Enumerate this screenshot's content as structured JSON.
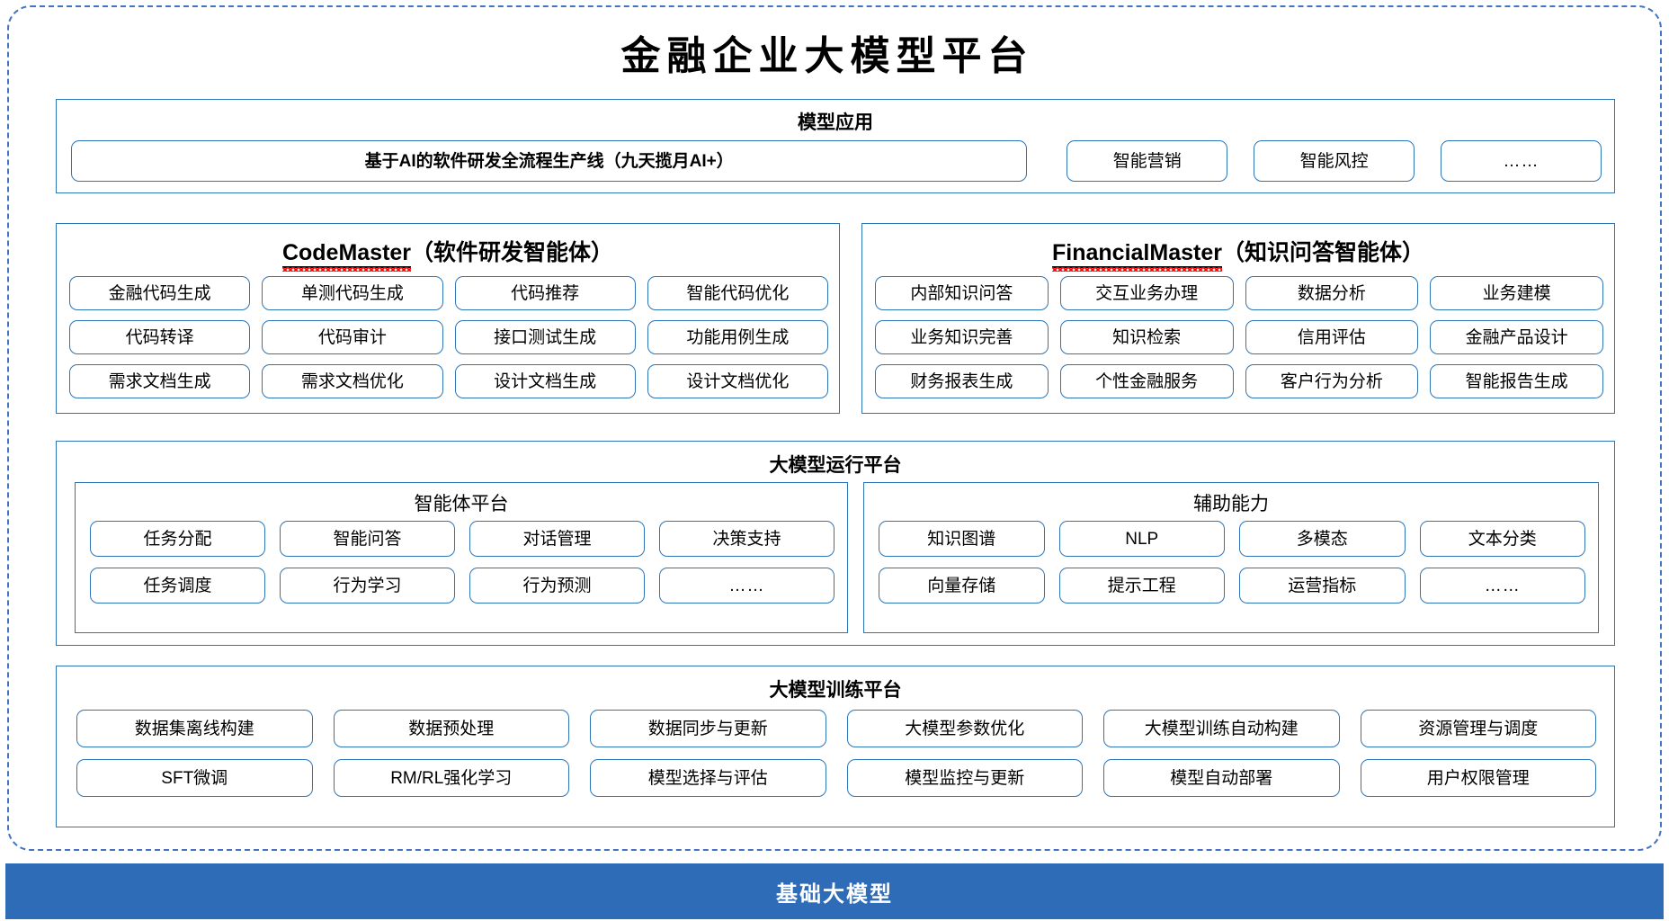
{
  "title": "金融企业大模型平台",
  "colors": {
    "frame_dashed": "#4472C4",
    "box_border": "#2E75B6",
    "base_bar_bg": "#2E6CB8",
    "spellcheck_underline": "#FF0000"
  },
  "model_application": {
    "heading": "模型应用",
    "items": [
      "基于AI的软件研发全流程生产线（九天揽月AI+）",
      "智能营销",
      "智能风控",
      "……"
    ]
  },
  "agents": [
    {
      "name": "CodeMaster",
      "suffix": "（软件研发智能体）",
      "spellchecked": true,
      "capabilities": [
        "金融代码生成",
        "单测代码生成",
        "代码推荐",
        "智能代码优化",
        "代码转译",
        "代码审计",
        "接口测试生成",
        "功能用例生成",
        "需求文档生成",
        "需求文档优化",
        "设计文档生成",
        "设计文档优化"
      ]
    },
    {
      "name": "FinancialMaster",
      "suffix": "（知识问答智能体）",
      "spellchecked": true,
      "capabilities": [
        "内部知识问答",
        "交互业务办理",
        "数据分析",
        "业务建模",
        "业务知识完善",
        "知识检索",
        "信用评估",
        "金融产品设计",
        "财务报表生成",
        "个性金融服务",
        "客户行为分析",
        "智能报告生成"
      ]
    }
  ],
  "runtime_platform": {
    "heading": "大模型运行平台",
    "groups": [
      {
        "title": "智能体平台",
        "items": [
          "任务分配",
          "智能问答",
          "对话管理",
          "决策支持",
          "任务调度",
          "行为学习",
          "行为预测",
          "……"
        ]
      },
      {
        "title": "辅助能力",
        "items": [
          "知识图谱",
          "NLP",
          "多模态",
          "文本分类",
          "向量存储",
          "提示工程",
          "运营指标",
          "……"
        ]
      }
    ]
  },
  "training_platform": {
    "heading": "大模型训练平台",
    "items": [
      "数据集离线构建",
      "数据预处理",
      "数据同步与更新",
      "大模型参数优化",
      "大模型训练自动构建",
      "资源管理与调度",
      "SFT微调",
      "RM/RL强化学习",
      "模型选择与评估",
      "模型监控与更新",
      "模型自动部署",
      "用户权限管理"
    ]
  },
  "base_model_bar": {
    "label": "基础大模型"
  }
}
